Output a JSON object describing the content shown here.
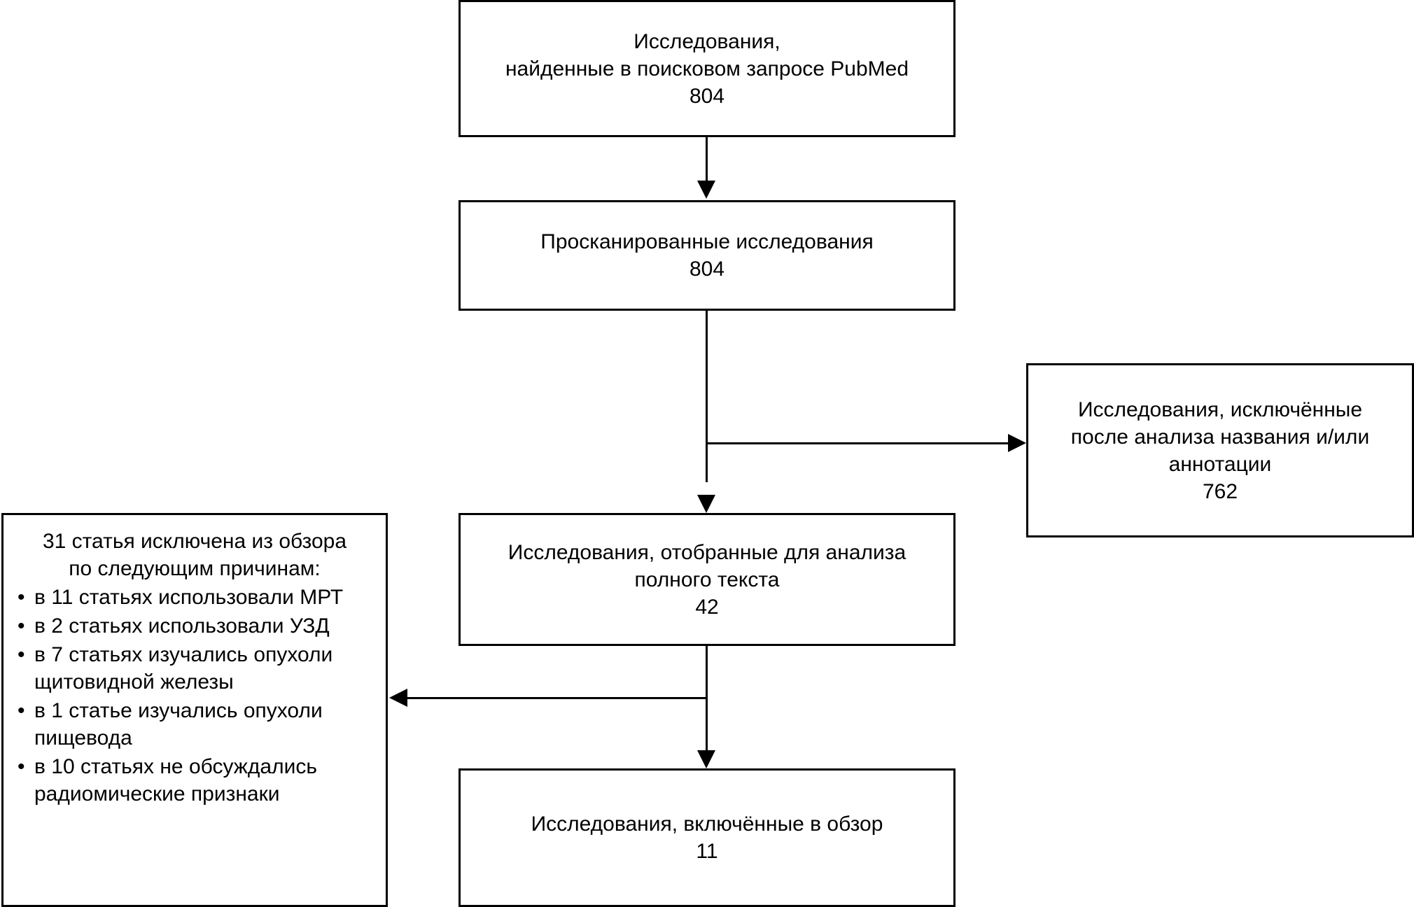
{
  "diagram": {
    "title": "PRISMA flow diagram",
    "colors": {
      "stroke": "#000000",
      "background": "#ffffff",
      "text": "#000000"
    },
    "boxes": {
      "identified": {
        "lines": [
          "Исследования,",
          "найденные в поисковом запросе PubMed",
          "804"
        ],
        "count": "804"
      },
      "screened": {
        "lines": [
          "Просканированные исследования",
          "804"
        ],
        "count": "804"
      },
      "excluded_title_abstract": {
        "lines": [
          "Исследования, исключённые",
          "после анализа названия и/или",
          "аннотации",
          "762"
        ],
        "count": "762"
      },
      "fulltext_assessed": {
        "lines": [
          "Исследования, отобранные для анализа",
          "полного текста",
          "42"
        ],
        "count": "42"
      },
      "excluded_reasons": {
        "heading_lines": [
          "31 статья исключена из обзора",
          "по следующим причинам:"
        ],
        "items": [
          "в 11 статьях использовали МРТ",
          "в 2 статьях использовали УЗД",
          "в 7 статьях изучались опухоли щитовидной железы",
          "в 1 статье изучались опухоли пищевода",
          "в 10 статьях не обсуждались радиомические признаки"
        ],
        "count": "31"
      },
      "included": {
        "lines": [
          "Исследования, включённые в обзор",
          "11"
        ],
        "count": "11"
      }
    },
    "connectors": [
      {
        "name": "identified-to-screened",
        "from": "identified",
        "to": "screened",
        "direction": "down"
      },
      {
        "name": "screened-to-fulltext",
        "from": "screened",
        "to": "fulltext_assessed",
        "direction": "down"
      },
      {
        "name": "screened-to-excluded",
        "from": "screened",
        "to": "excluded_title_abstract",
        "direction": "right"
      },
      {
        "name": "fulltext-to-included",
        "from": "fulltext_assessed",
        "to": "included",
        "direction": "down"
      },
      {
        "name": "fulltext-to-excluded-reasons",
        "from": "fulltext_assessed",
        "to": "excluded_reasons",
        "direction": "left"
      }
    ]
  }
}
